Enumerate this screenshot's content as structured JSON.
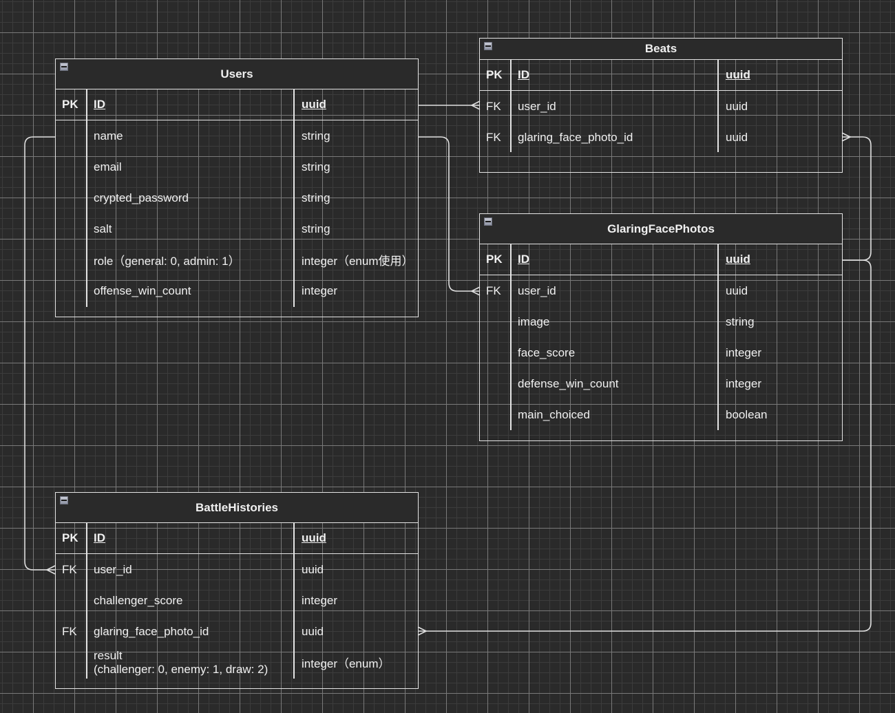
{
  "diagram": {
    "entities": {
      "users": {
        "title": "Users",
        "pk": {
          "key": "PK",
          "name": "ID",
          "type": "uuid"
        },
        "rows": [
          {
            "key": "",
            "name": "name",
            "type": "string"
          },
          {
            "key": "",
            "name": "email",
            "type": "string"
          },
          {
            "key": "",
            "name": "crypted_password",
            "type": "string"
          },
          {
            "key": "",
            "name": "salt",
            "type": "string"
          },
          {
            "key": "",
            "name": "role（general: 0, admin: 1）",
            "type": "integer（enum使用）"
          },
          {
            "key": "",
            "name": "offense_win_count",
            "type": "integer"
          }
        ]
      },
      "beats": {
        "title": "Beats",
        "pk": {
          "key": "PK",
          "name": "ID",
          "type": "uuid"
        },
        "rows": [
          {
            "key": "FK",
            "name": "user_id",
            "type": "uuid"
          },
          {
            "key": "FK",
            "name": "glaring_face_photo_id",
            "type": "uuid"
          }
        ]
      },
      "glaring_face_photos": {
        "title": "GlaringFacePhotos",
        "pk": {
          "key": "PK",
          "name": "ID",
          "type": "uuid"
        },
        "rows": [
          {
            "key": "FK",
            "name": "user_id",
            "type": "uuid"
          },
          {
            "key": "",
            "name": "image",
            "type": "string"
          },
          {
            "key": "",
            "name": "face_score",
            "type": "integer"
          },
          {
            "key": "",
            "name": "defense_win_count",
            "type": "integer"
          },
          {
            "key": "",
            "name": "main_choiced",
            "type": "boolean"
          }
        ]
      },
      "battle_histories": {
        "title": "BattleHistories",
        "pk": {
          "key": "PK",
          "name": "ID",
          "type": "uuid"
        },
        "rows": [
          {
            "key": "FK",
            "name": "user_id",
            "type": "uuid"
          },
          {
            "key": "",
            "name": "challenger_score",
            "type": "integer"
          },
          {
            "key": "FK",
            "name": "glaring_face_photo_id",
            "type": "uuid"
          },
          {
            "key": "",
            "name": "result",
            "name2": "(challenger: 0, enemy: 1, draw: 2)",
            "type": "integer（enum）"
          }
        ]
      }
    },
    "relations": [
      {
        "from": "Users.ID",
        "to": "Beats.user_id",
        "cardinality": "one-to-many"
      },
      {
        "from": "Users.name",
        "to": "GlaringFacePhotos.user_id",
        "cardinality": "one-to-many"
      },
      {
        "from": "Users.name",
        "to": "BattleHistories.user_id",
        "cardinality": "one-to-many"
      },
      {
        "from": "GlaringFacePhotos.ID",
        "to": "Beats.glaring_face_photo_id",
        "cardinality": "one-to-many"
      },
      {
        "from": "GlaringFacePhotos.ID",
        "to": "BattleHistories.glaring_face_photo_id",
        "cardinality": "one-to-many"
      }
    ],
    "colors": {
      "background": "#2a2a2a",
      "line": "#e6e6e6",
      "text": "#f0f0f0"
    }
  }
}
